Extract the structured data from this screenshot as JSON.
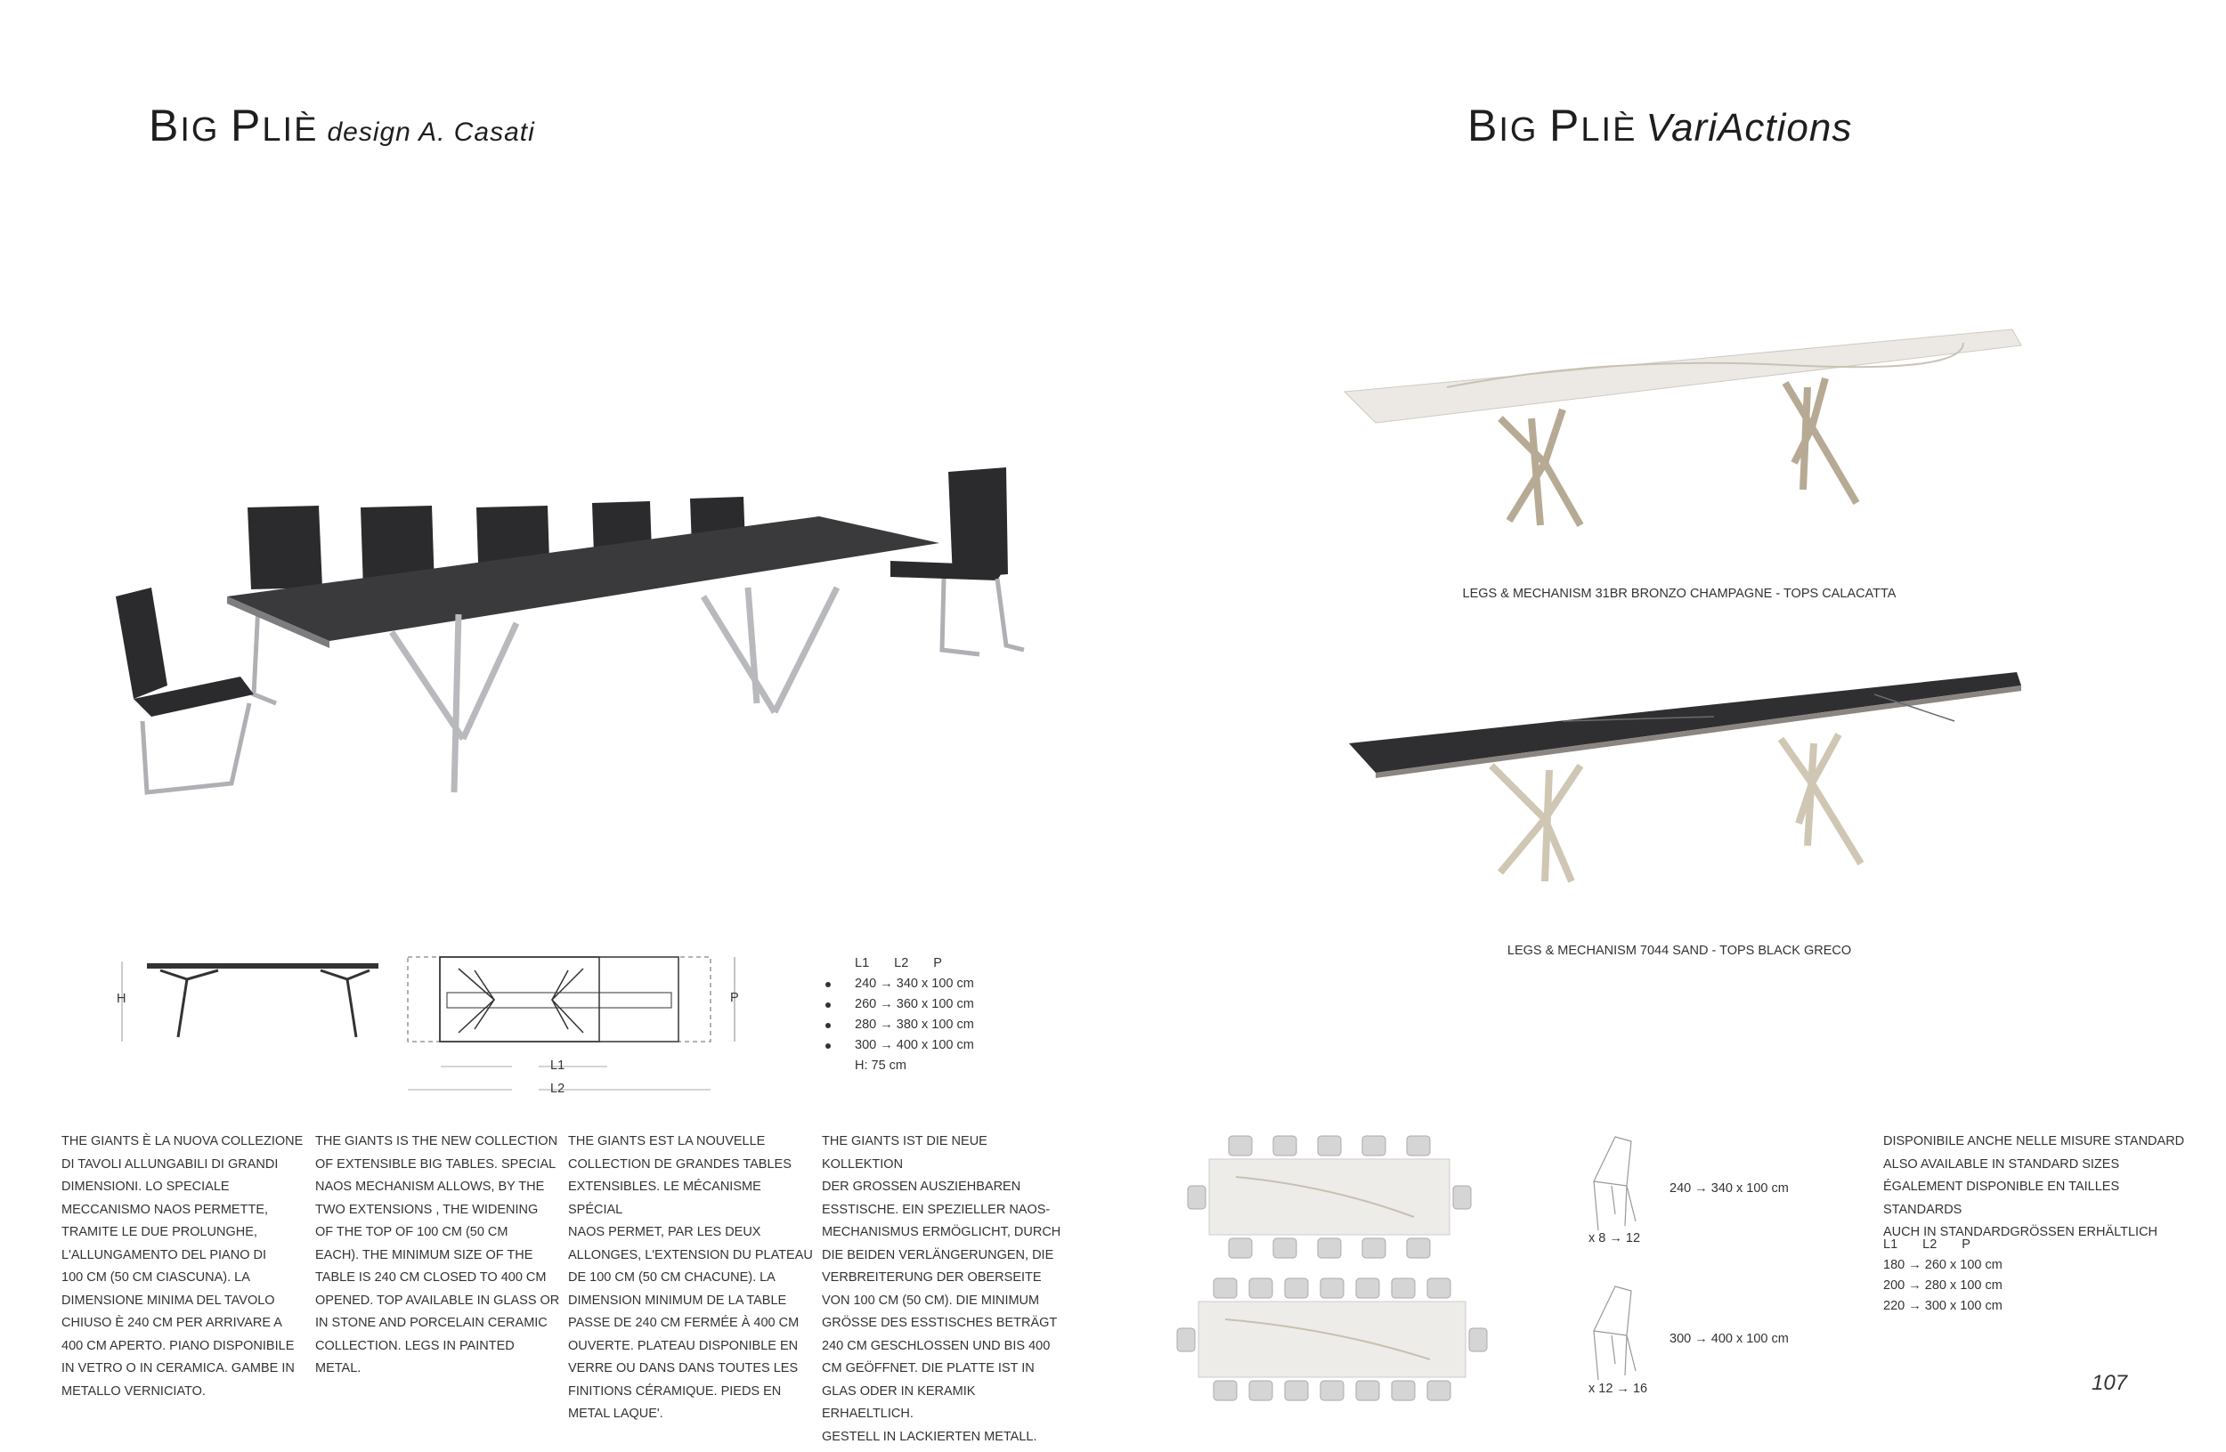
{
  "left_title": {
    "name_big1": "B",
    "name_small1": "IG ",
    "name_big2": "P",
    "name_small2": "LIÈ",
    "subtitle": "design A. Casati"
  },
  "right_title": {
    "name_big1": "B",
    "name_small1": "IG ",
    "name_big2": "P",
    "name_small2": "LIÈ",
    "subtitle": "VariActions"
  },
  "variants": [
    {
      "caption": "LEGS & MECHANISM 31BR BRONZO CHAMPAGNE - TOPS CALACATTA",
      "top_color": "#ece9e4",
      "leg_color": "#b7aa95"
    },
    {
      "caption": "LEGS & MECHANISM 7044 SAND - TOPS BLACK GRECO",
      "top_color": "#2f2f31",
      "leg_color": "#cfc7b3"
    }
  ],
  "drawing": {
    "h_label": "H",
    "p_label": "P",
    "l1_label": "L1",
    "l2_label": "L2"
  },
  "dimensions": {
    "headers": [
      "L1",
      "L2",
      "P"
    ],
    "rows": [
      "240 → 340 x 100 cm",
      "260 → 360 x 100 cm",
      "280 → 380 x 100 cm",
      "300 → 400 x 100 cm"
    ],
    "height": "H: 75 cm"
  },
  "descriptions": [
    [
      "THE GIANTS È LA NUOVA COLLEZIONE",
      "DI TAVOLI ALLUNGABILI DI GRANDI",
      "DIMENSIONI. LO SPECIALE",
      "MECCANISMO NAOS PERMETTE,",
      "TRAMITE LE DUE PROLUNGHE,",
      "L'ALLUNGAMENTO DEL PIANO DI",
      "100 CM (50 CM CIASCUNA). LA",
      "DIMENSIONE MINIMA DEL TAVOLO",
      "CHIUSO È 240 CM PER ARRIVARE A",
      "400 CM APERTO. PIANO DISPONIBILE",
      "IN VETRO O IN CERAMICA. GAMBE IN",
      "METALLO VERNICIATO."
    ],
    [
      "THE GIANTS IS THE NEW COLLECTION",
      "OF EXTENSIBLE BIG TABLES. SPECIAL",
      "NAOS MECHANISM ALLOWS, BY THE",
      "TWO EXTENSIONS , THE WIDENING",
      "OF THE TOP OF 100 CM (50 CM",
      "EACH). THE MINIMUM SIZE OF THE",
      "TABLE IS 240 CM CLOSED TO 400 CM",
      "OPENED. TOP AVAILABLE IN GLASS OR",
      "IN STONE AND PORCELAIN CERAMIC",
      "COLLECTION. LEGS IN PAINTED",
      "METAL."
    ],
    [
      "THE GIANTS EST LA NOUVELLE",
      "COLLECTION DE GRANDES TABLES",
      "EXTENSIBLES. LE MÉCANISME SPÉCIAL",
      "NAOS PERMET, PAR LES DEUX",
      "ALLONGES, L'EXTENSION DU PLATEAU",
      "DE 100 CM (50 CM CHACUNE). LA",
      "DIMENSION MINIMUM DE LA TABLE",
      "PASSE DE 240 CM FERMÉE À 400 CM",
      "OUVERTE. PLATEAU DISPONIBLE EN",
      "VERRE OU DANS DANS TOUTES LES",
      "FINITIONS CÉRAMIQUE. PIEDS EN",
      "METAL LAQUE'."
    ],
    [
      "THE GIANTS IST DIE NEUE KOLLEKTION",
      "DER GROSSEN AUSZIEHBAREN",
      "ESSTISCHE. EIN SPEZIELLER NAOS-",
      "MECHANISMUS ERMÖGLICHT, DURCH",
      "DIE BEIDEN VERLÄNGERUNGEN, DIE",
      "VERBREITERUNG DER OBERSEITE",
      "VON 100 CM (50 CM). DIE MINIMUM",
      "GRÖSSE DES ESSTISCHES BETRÄGT",
      "240 CM GESCHLOSSEN UND BIS 400",
      "CM GEÖFFNET. DIE PLATTE IST IN",
      "GLAS ODER IN KERAMIK ERHAELTLICH.",
      "GESTELL IN LACKIERTEN METALL."
    ]
  ],
  "seating": [
    {
      "size": "240 → 340 x 100 cm",
      "seats": "x 8 → 12",
      "chairs_per_side": 5
    },
    {
      "size": "300 → 400 x 100 cm",
      "seats": "x 12 → 16",
      "chairs_per_side": 7
    }
  ],
  "standard": {
    "lines": [
      "DISPONIBILE ANCHE NELLE MISURE STANDARD",
      "ALSO AVAILABLE IN STANDARD SIZES",
      "ÉGALEMENT DISPONIBLE EN TAILLES STANDARDS",
      "AUCH IN STANDARDGRÖSSEN ERHÄLTLICH"
    ],
    "headers": [
      "L1",
      "L2",
      "P"
    ],
    "rows": [
      "180 → 260 x 100 cm",
      "200 → 280 x 100 cm",
      "220 → 300 x 100 cm"
    ]
  },
  "page_number": "107"
}
